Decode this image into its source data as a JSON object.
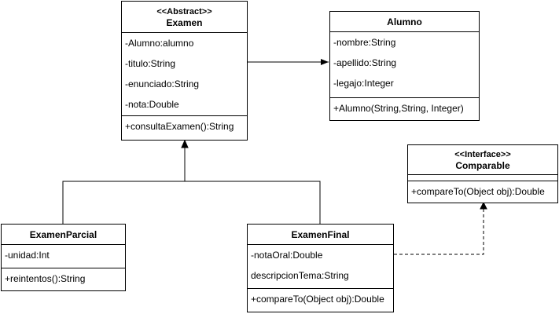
{
  "classes": {
    "examen": {
      "stereotype": "<<Abstract>>",
      "name": "Examen",
      "attributes": [
        "-Alumno:alumno",
        "-titulo:String",
        "-enunciado:String",
        "-nota:Double"
      ],
      "methods": [
        "+consultaExamen():String"
      ]
    },
    "alumno": {
      "name": "Alumno",
      "attributes": [
        "-nombre:String",
        "-apellido:String",
        "-legajo:Integer"
      ],
      "methods": [
        "+Alumno(String,String, Integer)"
      ]
    },
    "comparable": {
      "stereotype": "<<Interface>>",
      "name": "Comparable",
      "attributes": [],
      "methods": [
        "+compareTo(Object obj):Double"
      ]
    },
    "examen_parcial": {
      "name": "ExamenParcial",
      "attributes": [
        "-unidad:Int"
      ],
      "methods": [
        "+reintentos():String"
      ]
    },
    "examen_final": {
      "name": "ExamenFinal",
      "attributes": [
        "-notaOral:Double",
        "descripcionTema:String"
      ],
      "methods": [
        "+compareTo(Object obj):Double"
      ]
    }
  },
  "relations": [
    {
      "type": "association",
      "from": "examen",
      "to": "alumno"
    },
    {
      "type": "generalization",
      "from": "examen_parcial",
      "to": "examen"
    },
    {
      "type": "generalization",
      "from": "examen_final",
      "to": "examen"
    },
    {
      "type": "realization",
      "from": "examen_final",
      "to": "comparable"
    }
  ],
  "colors": {
    "line": "#000000",
    "fill": "#ffffff"
  }
}
